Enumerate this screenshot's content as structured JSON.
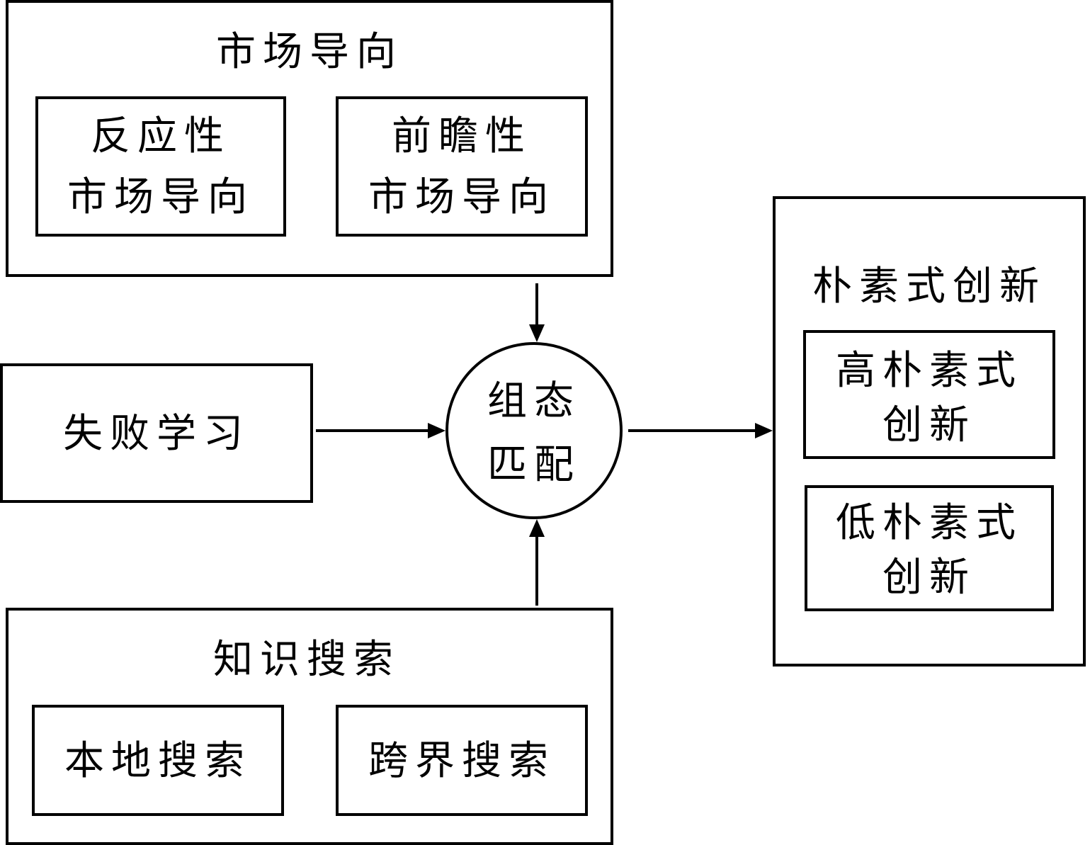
{
  "market": {
    "title": "市场导向",
    "responsive": {
      "line1": "反应性",
      "line2": "市场导向"
    },
    "proactive": {
      "line1": "前瞻性",
      "line2": "市场导向"
    }
  },
  "failure": {
    "label": "失败学习"
  },
  "config": {
    "line1": "组态",
    "line2": "匹配"
  },
  "knowledge": {
    "title": "知识搜索",
    "local": "本地搜索",
    "cross": "跨界搜索"
  },
  "frugal": {
    "title": "朴素式创新",
    "high": {
      "line1": "高朴素式",
      "line2": "创新"
    },
    "low": {
      "line1": "低朴素式",
      "line2": "创新"
    }
  }
}
